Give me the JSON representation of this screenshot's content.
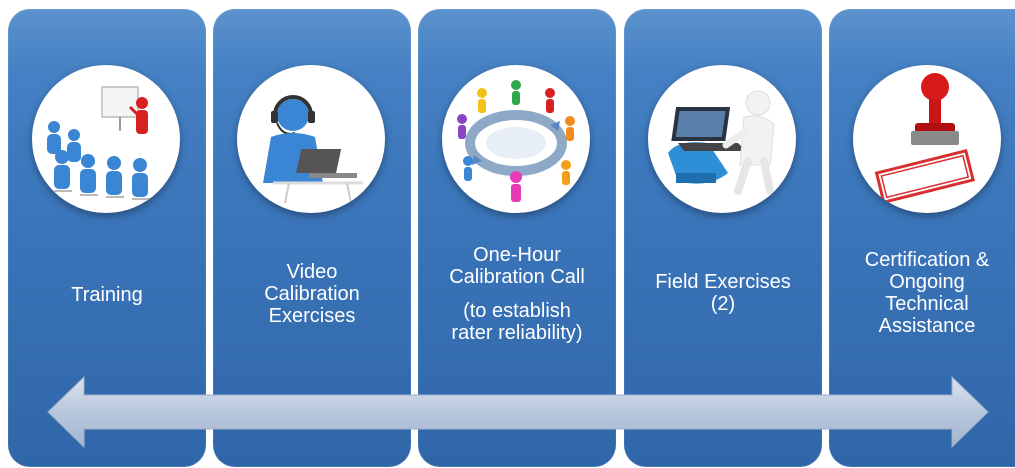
{
  "steps": [
    {
      "label": "Training",
      "icon": "training-presentation-icon"
    },
    {
      "label": "Video Calibration Exercises",
      "label_lines": [
        "Video",
        "Calibration",
        "Exercises"
      ],
      "icon": "headset-laptop-icon"
    },
    {
      "label": "One-Hour Calibration Call",
      "label_lines": [
        "One-Hour",
        "Calibration Call"
      ],
      "sub_lines": [
        "(to establish",
        "rater reliability)"
      ],
      "icon": "conference-call-icon"
    },
    {
      "label": "Field Exercises (2)",
      "label_lines": [
        "Field Exercises",
        "(2)"
      ],
      "icon": "laptop-work-icon"
    },
    {
      "label": "Certification & Ongoing Technical Assistance",
      "label_lines": [
        "Certification &",
        "Ongoing",
        "Technical",
        "Assistance"
      ],
      "icon": "certified-stamp-icon"
    }
  ],
  "colors": {
    "panel": "#3d78bd",
    "arrow": "#b9c7dd",
    "text": "#ffffff"
  }
}
